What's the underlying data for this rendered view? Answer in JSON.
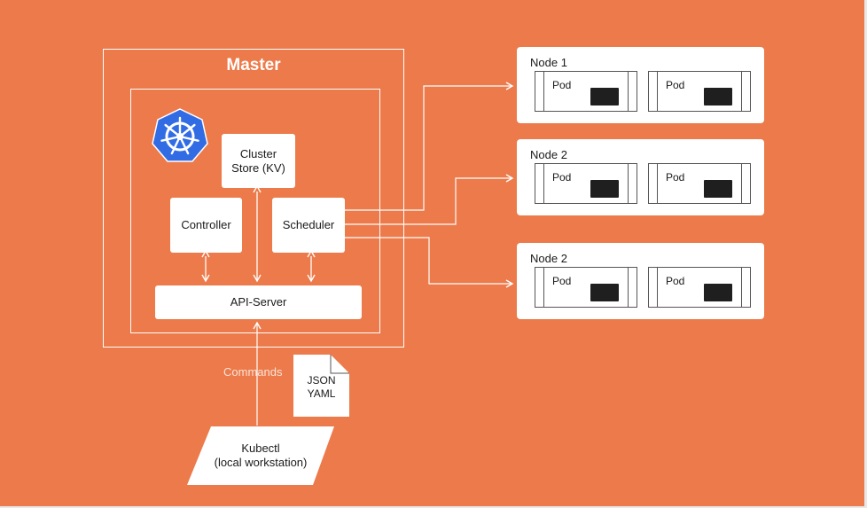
{
  "master": {
    "title": "Master"
  },
  "components": {
    "cluster_store": "Cluster\nStore (KV)",
    "controller": "Controller",
    "scheduler": "Scheduler",
    "api_server": "API-Server"
  },
  "nodes": [
    {
      "label": "Node 1",
      "pods": [
        "Pod",
        "Pod"
      ]
    },
    {
      "label": "Node 2",
      "pods": [
        "Pod",
        "Pod"
      ]
    },
    {
      "label": "Node 2",
      "pods": [
        "Pod",
        "Pod"
      ]
    }
  ],
  "commands_label": "Commands",
  "manifest": {
    "line1": "JSON",
    "line2": "YAML"
  },
  "kubectl": {
    "line1": "Kubectl",
    "line2": "(local workstation)"
  },
  "colors": {
    "background": "#ec7a4a",
    "k8s_logo": "#326ce5",
    "white": "#ffffff"
  },
  "icons": {
    "logo": "kubernetes-helm-icon"
  }
}
